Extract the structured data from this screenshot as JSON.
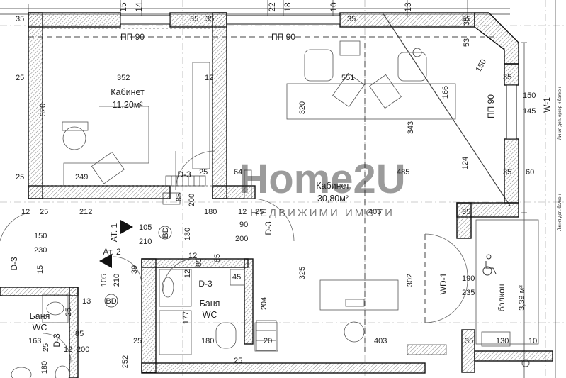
{
  "rooms": {
    "cabinet1": {
      "name": "Кабинет",
      "area": "11,20м²"
    },
    "cabinet2": {
      "name": "Кабинет",
      "area": "30,80м²"
    },
    "bath1": {
      "name": "Баня",
      "sub": "WC"
    },
    "bath2": {
      "name": "Баня",
      "sub": "WC"
    },
    "balcony": {
      "name": "балкон",
      "area": "3,39 м²"
    }
  },
  "windows": {
    "pp90_a": "ПП 90",
    "pp90_b": "ПП 90",
    "pp90_c": "ПП 90",
    "w1": "W-1",
    "wd1": "WD-1"
  },
  "doors": {
    "d3_top": "D-3",
    "d3_mid": "D-3",
    "d3_left": "D-3",
    "d3_bath": "D-3",
    "d3_bottom": "D-3",
    "bd1": "BD",
    "bd2": "BD",
    "at1": "АТ. 1",
    "at2": "Ат. 2"
  },
  "side_notes": {
    "line1": "Линия доп. еркер и балкон",
    "line2": "Линия доп. балкон"
  },
  "watermark": {
    "logo": "Home2U",
    "sub": "НЕДВИЖИМИ ИМОТИ"
  },
  "dims": {
    "t15": "15",
    "t14": "14",
    "t22": "22",
    "t18": "18",
    "t10": "10",
    "t13": "13",
    "t35a": "35",
    "t35b": "35",
    "t35c": "35",
    "t35d": "35",
    "t35e": "35",
    "t35f": "35",
    "t352": "352",
    "t12a": "12",
    "t551": "551",
    "t53": "53",
    "t150a": "150",
    "t320a": "320",
    "t320b": "320",
    "t343": "343",
    "t166": "166",
    "t35g": "35",
    "t150b": "150",
    "t145": "145",
    "t25a": "25",
    "t25b": "25",
    "t249": "249",
    "t25c": "25",
    "t64": "64",
    "t485": "485",
    "t124": "124",
    "t35h": "35",
    "t60": "60",
    "t12b": "12",
    "t25d": "25",
    "t212": "212",
    "t85a": "85",
    "t200a": "200",
    "t180a": "180",
    "t12c": "12",
    "t25e": "25",
    "t405": "405",
    "t35i": "35",
    "t150c": "150",
    "t230": "230",
    "t105a": "105",
    "t210a": "210",
    "t130a": "130",
    "t90": "90",
    "t200b": "200",
    "t105b": "105",
    "t210b": "210",
    "t39": "39",
    "t12d": "12",
    "t85b": "85",
    "t85c": "85",
    "t45": "45",
    "t325": "325",
    "t302": "302",
    "t190": "190",
    "t235": "235",
    "t13b": "13",
    "t15b": "15",
    "t204": "204",
    "t163": "163",
    "t85d": "85",
    "t25f": "25",
    "t180b": "180",
    "t12e": "12",
    "t180c": "180",
    "t200c": "200",
    "t25g": "25",
    "t25h": "25",
    "t252": "252",
    "t403": "403",
    "t35j": "35",
    "t130b": "130",
    "t10b": "10",
    "t20": "20",
    "t177": "177",
    "t12f": "12",
    "t25i": "25"
  }
}
